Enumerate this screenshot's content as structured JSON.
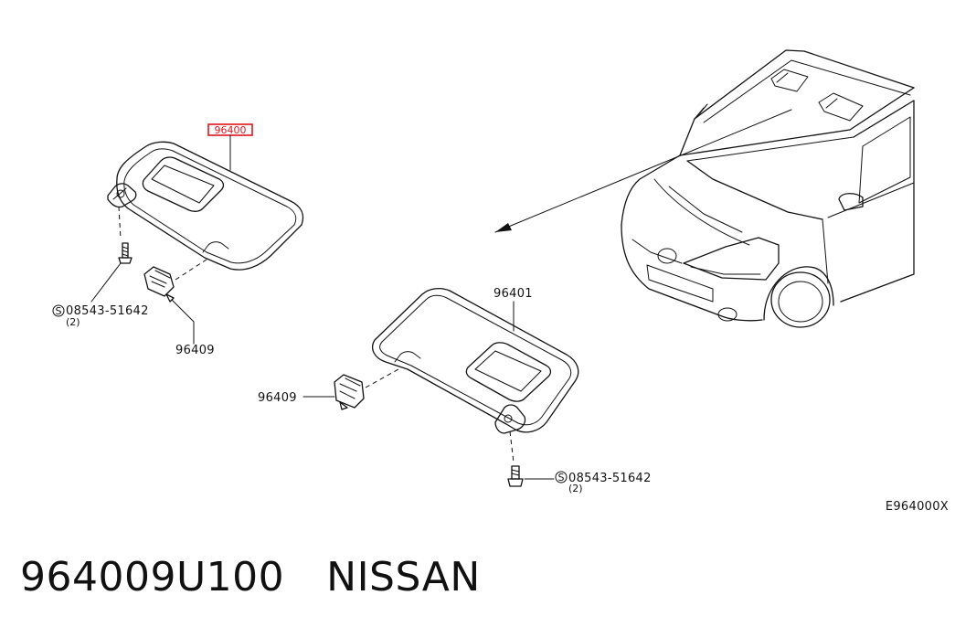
{
  "diagram": {
    "part_labels": {
      "visor_left": "96400",
      "visor_right": "96401",
      "holder_left": "96409",
      "holder_right": "96409",
      "screw_left": "08543-51642",
      "screw_left_qty": "(2)",
      "screw_right": "08543-51642",
      "screw_right_qty": "(2)"
    },
    "diagram_code": "E964000X",
    "highlight_color": "#e0161e",
    "screw_symbol": "S"
  },
  "footer": {
    "part_number": "964009U100",
    "brand": "NISSAN"
  }
}
